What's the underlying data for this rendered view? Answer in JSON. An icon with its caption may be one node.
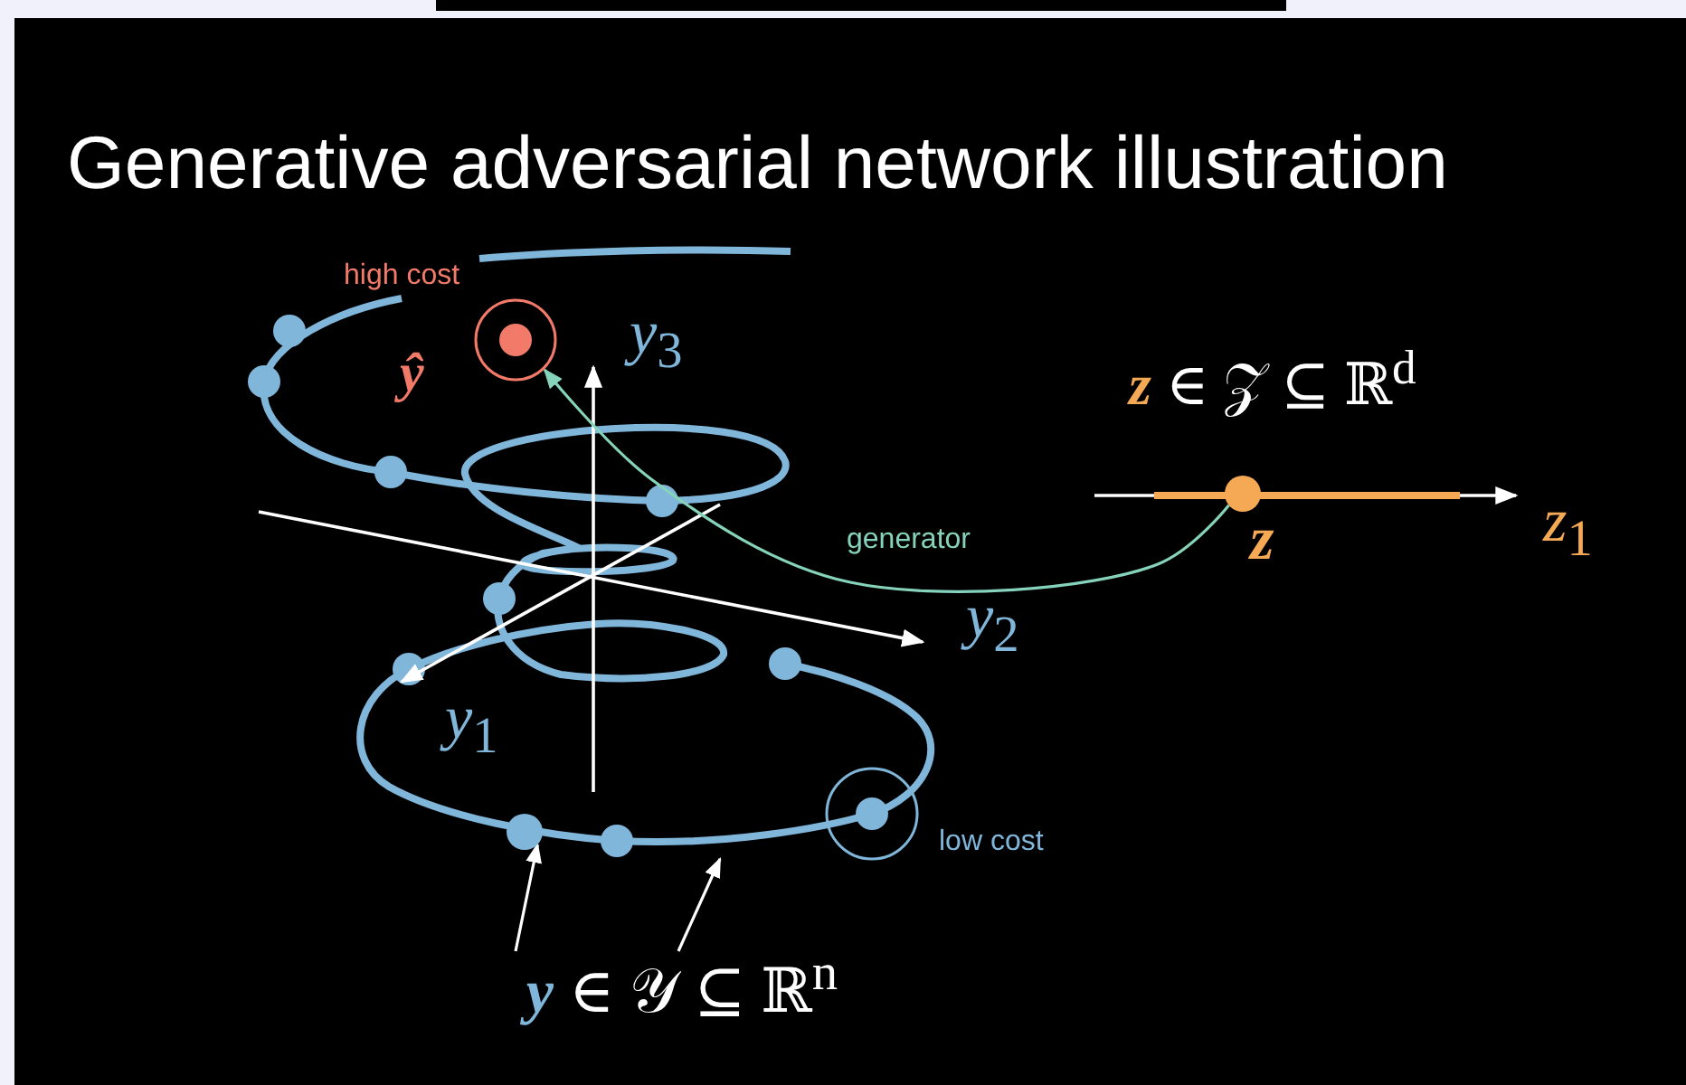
{
  "diagram": {
    "title": "Generative adversarial network illustration",
    "nodes": [
      {
        "text": [],
        "shape": "circle",
        "beside": [
          "high cost",
          "ŷ"
        ]
      },
      {
        "text": [],
        "shape": "circle",
        "beside": [
          "z"
        ]
      },
      {
        "text": [
          "**y** ∈ 𝒴 ⊆ ℝ$^{n}$"
        ]
      },
      {
        "text": [],
        "shape": "circle"
      },
      {
        "text": [],
        "shape": "circle",
        "beside": [
          "low cost"
        ]
      }
    ],
    "edges": [
      {
        "from": 1,
        "to": 0,
        "arrow": "to",
        "label": "generator",
        "color": "#86d3bb"
      },
      {
        "from": 2,
        "to": 3,
        "arrow": "to"
      },
      {
        "from": 2,
        "to": null,
        "arrow": "to"
      }
    ],
    "labels": [
      "*y*$_{3}$",
      "**z** ∈ 𝒵 ⊆ ℝ$^{d}$",
      "*z*$_{1}$",
      "*y*$_{2}$",
      "*y*$_{1}$"
    ]
  }
}
